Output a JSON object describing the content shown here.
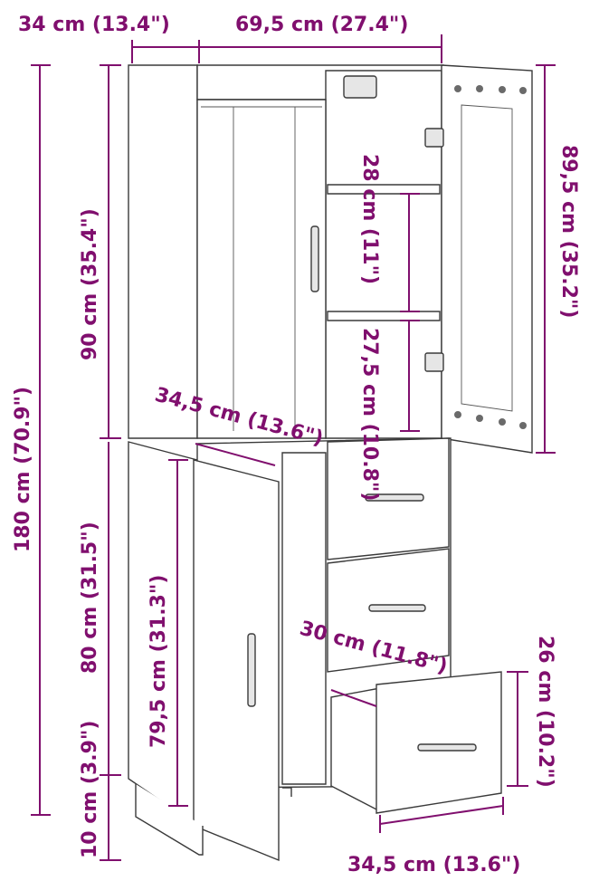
{
  "colors": {
    "accent": "#800f6e",
    "line": "#3a3a3a",
    "background": "#ffffff"
  },
  "dimensions": {
    "depth_top": "34 cm (13.4\")",
    "width_top": "69,5 cm (27.4\")",
    "total_height": "180 cm (70.9\")",
    "upper_height": "90 cm (35.4\")",
    "lower_height": "80 cm (31.5\")",
    "leg_height": "10 cm (3.9\")",
    "door_height": "79,5 cm (31.3\")",
    "upper_door_height": "89,5 cm (35.2\")",
    "shelf_gap_1": "28 cm (11\")",
    "shelf_gap_2": "27,5 cm (10.8\")",
    "inner_depth": "34,5 cm (13.6\")",
    "drawer_depth": "30 cm (11.8\")",
    "drawer_height": "26 cm (10.2\")",
    "drawer_width": "34,5 cm (13.6\")"
  }
}
